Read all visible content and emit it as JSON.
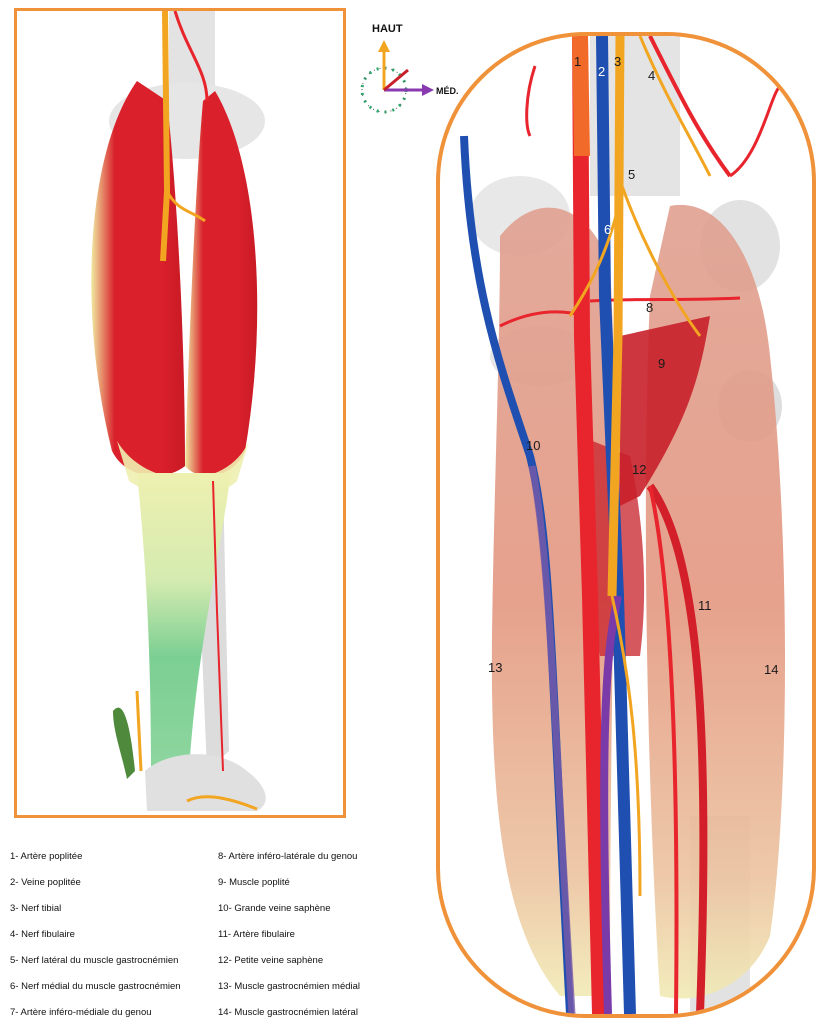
{
  "orientation": {
    "up_label": "HAUT",
    "medial_label": "MÉD."
  },
  "callouts": [
    {
      "num": "1"
    },
    {
      "num": "2"
    },
    {
      "num": "3"
    },
    {
      "num": "4"
    },
    {
      "num": "5"
    },
    {
      "num": "6"
    },
    {
      "num": "8"
    },
    {
      "num": "9"
    },
    {
      "num": "10"
    },
    {
      "num": "11"
    },
    {
      "num": "12"
    },
    {
      "num": "13"
    },
    {
      "num": "14"
    }
  ],
  "legend": {
    "left": [
      "1- Artère poplitée",
      "2- Veine poplitée",
      "3- Nerf tibial",
      "4- Nerf fibulaire",
      "5- Nerf latéral du muscle gastrocnémien",
      "6- Nerf médial du muscle gastrocnémien",
      "7- Artère inféro-médiale du genou"
    ],
    "right": [
      "8- Artère inféro-latérale du genou",
      "9- Muscle poplité",
      "10- Grande veine saphène",
      "11- Artère fibulaire",
      "12- Petite veine saphène",
      "13- Muscle gastrocnémien médial",
      "14- Muscle gastrocnémien latéral"
    ]
  },
  "colors": {
    "frame": "#f0923a",
    "muscle": "#d9202b",
    "tendon": "#eef0b0",
    "achilles": "#7ccf93",
    "bone": "#e3e3e3",
    "vein": "#1f4fb0",
    "nerve": "#f2a521",
    "artery": "#e8242d",
    "small_saphenous": "#7a3aa8"
  }
}
